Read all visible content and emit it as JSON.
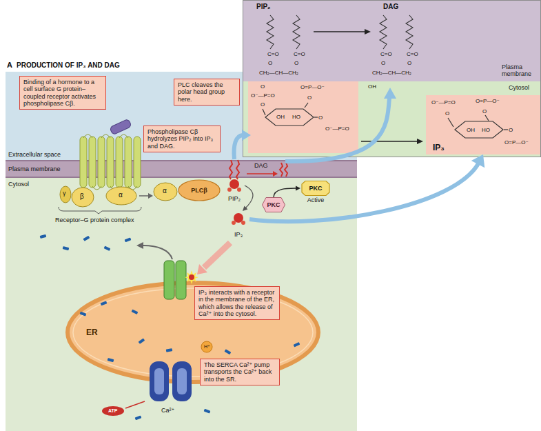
{
  "diagram": {
    "title": "PRODUCTION OF IP₃ AND DAG",
    "nodes": [
      {
        "text": [
          "Binding of a hormone to a cell surface G protein–coupled receptor activates phospholipase Cβ."
        ]
      },
      {
        "text": [
          "PLC cleaves the polar head group here."
        ]
      },
      {
        "text": [
          "Phospholipase Cβ hydrolyzes PIP₂ into IP₃ and DAG."
        ]
      },
      {
        "text": [
          "PLCβ"
        ]
      },
      {
        "text": [
          "PIP₂"
        ]
      },
      {
        "text": [
          "IP₃"
        ]
      },
      {
        "text": [
          "PKC"
        ]
      },
      {
        "text": [
          "PKC",
          "Active"
        ]
      },
      {
        "text": [
          "ER"
        ]
      },
      {
        "text": [
          "IP₃ interacts with a receptor in the membrane of the ER, which allows the release of Ca²⁺ into the cytosol."
        ]
      },
      {
        "text": [
          "The SERCA Ca²⁺ pump transports the Ca²⁺ back into the SR."
        ]
      },
      {
        "text": [
          "IP₃"
        ]
      }
    ],
    "edges": [
      {
        "from": 4,
        "to": 5,
        "arrow": "to"
      },
      {
        "from": 6,
        "to": 7,
        "arrow": "to"
      },
      {
        "from": 5,
        "to": 11,
        "arrow": "to"
      }
    ],
    "labels": [
      "A",
      "Extracellular space",
      "Plasma membrane",
      "Cytosol",
      "γ",
      "β",
      "α",
      "α",
      "Receptor–G protein complex",
      "DAG",
      "H⁺",
      "ATP",
      "Ca²⁺",
      "PIP₂",
      "DAG",
      "Plasma membrane",
      "Cytosol",
      "C=O",
      "C=O",
      "O",
      "O",
      "CH₂—CH—CH₂",
      "O",
      "O⁻—P=O",
      "O",
      "OH",
      "HO",
      "O=P—O⁻",
      "O",
      "O",
      "O⁻—P=O",
      "C=O",
      "C=O",
      "O",
      "O",
      "CH₂—CH—CH₂",
      "OH",
      "O⁻—P=O",
      "O",
      "O=P—O⁻",
      "O",
      "OH",
      "HO",
      "O",
      "O=P—O⁻"
    ]
  }
}
